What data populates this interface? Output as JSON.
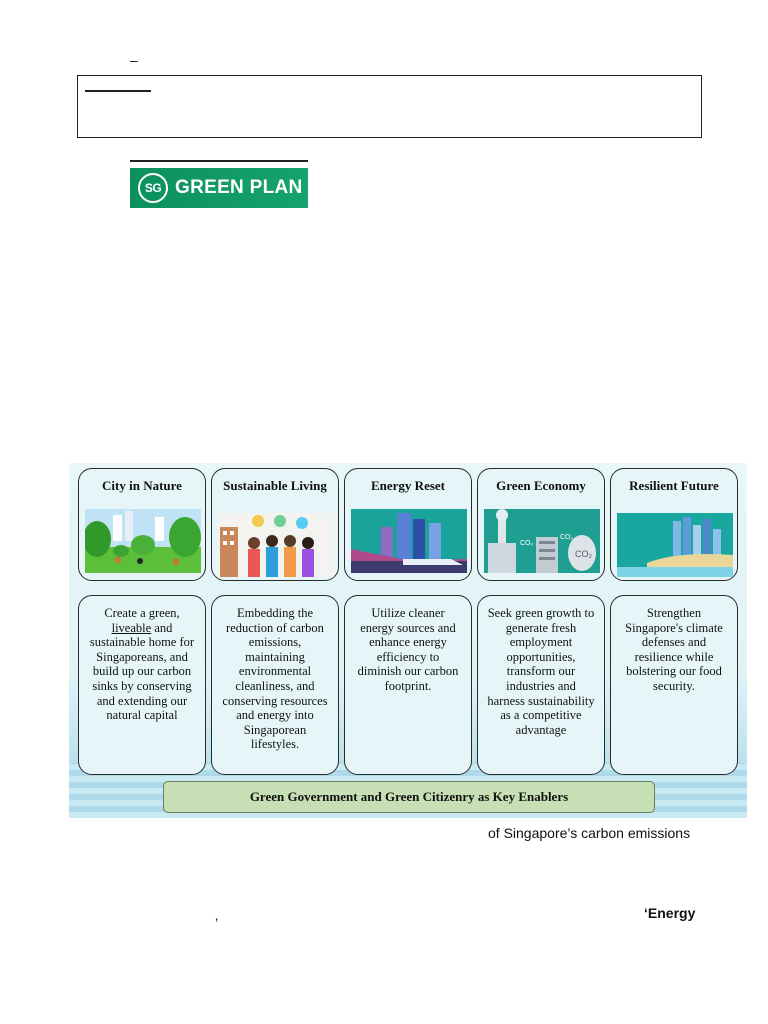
{
  "page": {
    "dash": "–",
    "logo": {
      "mark": "SG",
      "word": "GREEN PLAN"
    },
    "caption": "of Singapore’s carbon emissions",
    "energy_fragment": "‘Energy",
    "comma": "’"
  },
  "infographic": {
    "pillars": [
      {
        "title": "City in Nature",
        "icon": "park-icon",
        "description_parts": [
          "Create a green, ",
          "liveable",
          " and sustainable home for Singaporeans, and build up our carbon sinks by conserving and extending our natural capital"
        ]
      },
      {
        "title": "Sustainable Living",
        "icon": "community-icon",
        "description": "Embedding the reduction of carbon emissions, maintaining environmental cleanliness, and conserving resources and energy into Singaporean lifestyles."
      },
      {
        "title": "Energy Reset",
        "icon": "city-transport-icon",
        "description": "Utilize cleaner energy sources and enhance energy efficiency to diminish our carbon footprint."
      },
      {
        "title": "Green Economy",
        "icon": "industry-co2-icon",
        "description": "Seek green growth to generate fresh employment opportunities, transform our industries and harness sustainability as a competitive advantage"
      },
      {
        "title": "Resilient Future",
        "icon": "coastal-skyline-icon",
        "description": "Strengthen Singapore's climate defenses and resilience while bolstering our food security."
      }
    ],
    "enabler": "Green Government and Green Citizenry as Key Enablers"
  },
  "colors": {
    "logo_green": "#0c8f5f",
    "panel_bg": "#e6f6f8",
    "enabler_bg": "#c6dfb4"
  }
}
